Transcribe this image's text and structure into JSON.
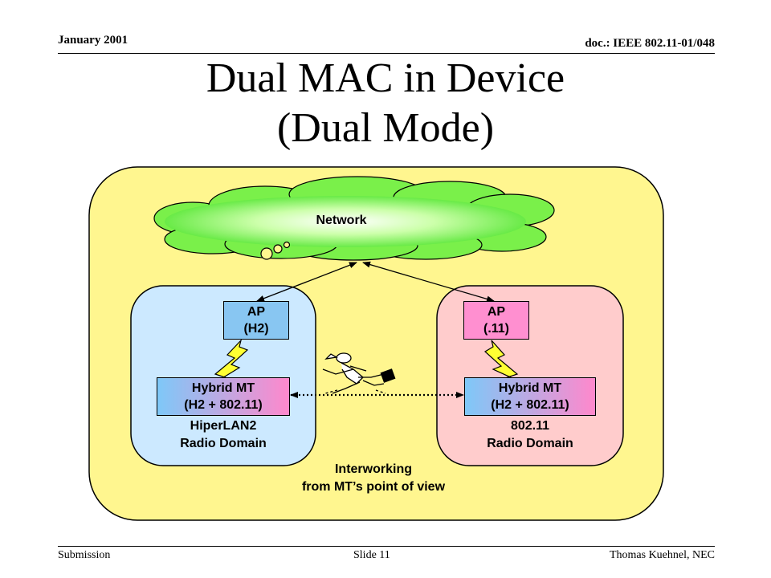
{
  "header": {
    "date": "January 2001",
    "doc_id": "doc.: IEEE 802.11-01/048"
  },
  "title": {
    "line1": "Dual MAC in Device",
    "line2": "(Dual Mode)"
  },
  "diagram": {
    "network_label": "Network",
    "hiperlan_domain": {
      "line1": "HiperLAN2",
      "line2": "Radio Domain"
    },
    "wlan_domain": {
      "line1": "802.11",
      "line2": "Radio Domain"
    },
    "ap_h2": {
      "line1": "AP",
      "line2": "(H2)"
    },
    "ap_11": {
      "line1": "AP",
      "line2": "(.11)"
    },
    "mt_left": {
      "line1": "Hybrid MT",
      "line2": "(H2 + 802.11)"
    },
    "mt_right": {
      "line1": "Hybrid MT",
      "line2": "(H2 + 802.11)"
    },
    "interworking": {
      "line1": "Interworking",
      "line2": "from MT’s point of view"
    },
    "colors": {
      "outer_fill": "#FFF68F",
      "hiperlan_fill": "#CCE9FF",
      "wlan_fill": "#FFCCCC",
      "cloud_fill": "#99FF66",
      "ap_h2_fill": "#88C6F2",
      "ap_11_fill": "#FF8FD0",
      "bolt_fill": "#FFFF33"
    }
  },
  "footer": {
    "left": "Submission",
    "center": "Slide 11",
    "right": "Thomas Kuehnel, NEC"
  }
}
